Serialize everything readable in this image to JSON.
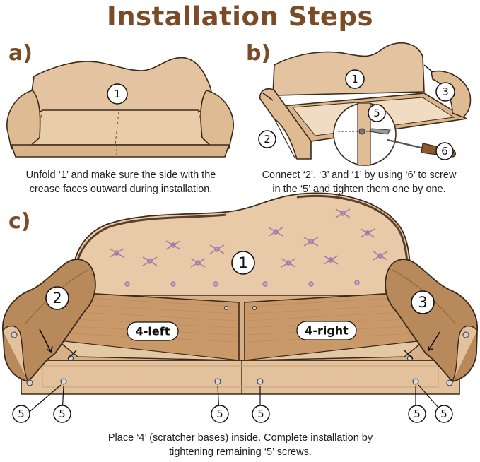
{
  "title": "Installation Steps",
  "steps": [
    {
      "letter": "a)",
      "caption_line1": "Unfold ‘1’ and make sure the side with the",
      "caption_line2": "crease faces outward during installation.",
      "markers": [
        "1"
      ]
    },
    {
      "letter": "b)",
      "caption_line1": "Connect ‘2’, ‘3’ and ‘1’ by using ‘6’ to screw",
      "caption_line2": "in the ‘5’ and tighten them one by one.",
      "markers": [
        "1",
        "2",
        "3",
        "5",
        "6"
      ]
    },
    {
      "letter": "c)",
      "caption_line1": "Place ‘4’ (scratcher bases) inside. Complete installation by",
      "caption_line2": "tightening remaining ‘5’ screws.",
      "markers": [
        "1",
        "2",
        "3"
      ],
      "base_labels": [
        "4-left",
        "4-right"
      ],
      "screw_label": "5"
    }
  ],
  "colors": {
    "title": "#7a4b26",
    "cardboard": "#e3c39f",
    "cardboard_dark": "#c9a27a",
    "outline": "#3b2a1a",
    "corrugated": "#b8895a",
    "tuft": "#a07aa6"
  }
}
